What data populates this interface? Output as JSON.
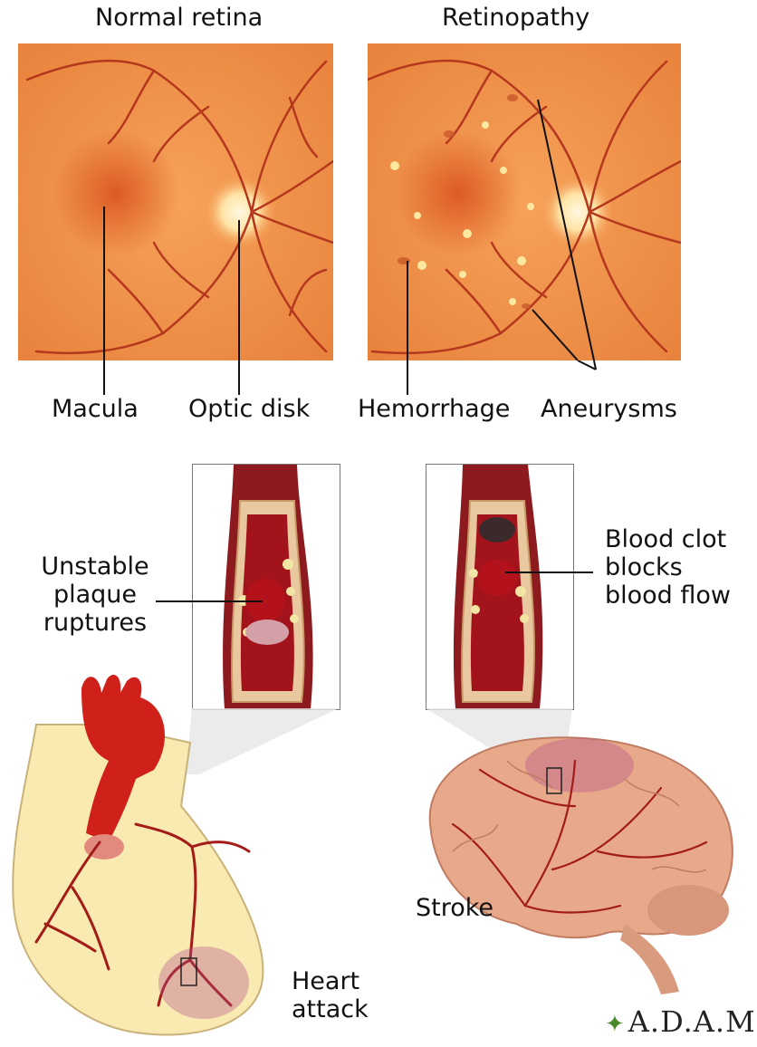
{
  "retina": {
    "normal_title": "Normal retina",
    "retinopathy_title": "Retinopathy",
    "labels": {
      "macula": "Macula",
      "optic_disk": "Optic disk",
      "hemorrhage": "Hemorrhage",
      "aneurysms": "Aneurysms"
    }
  },
  "vessels": {
    "plaque_label": [
      "Unstable",
      "plaque",
      "ruptures"
    ],
    "clot_label": [
      "Blood clot",
      "blocks",
      "blood flow"
    ]
  },
  "organs": {
    "stroke": "Stroke",
    "heart_attack": [
      "Heart",
      "attack"
    ]
  },
  "brand": "A.D.A.M."
}
